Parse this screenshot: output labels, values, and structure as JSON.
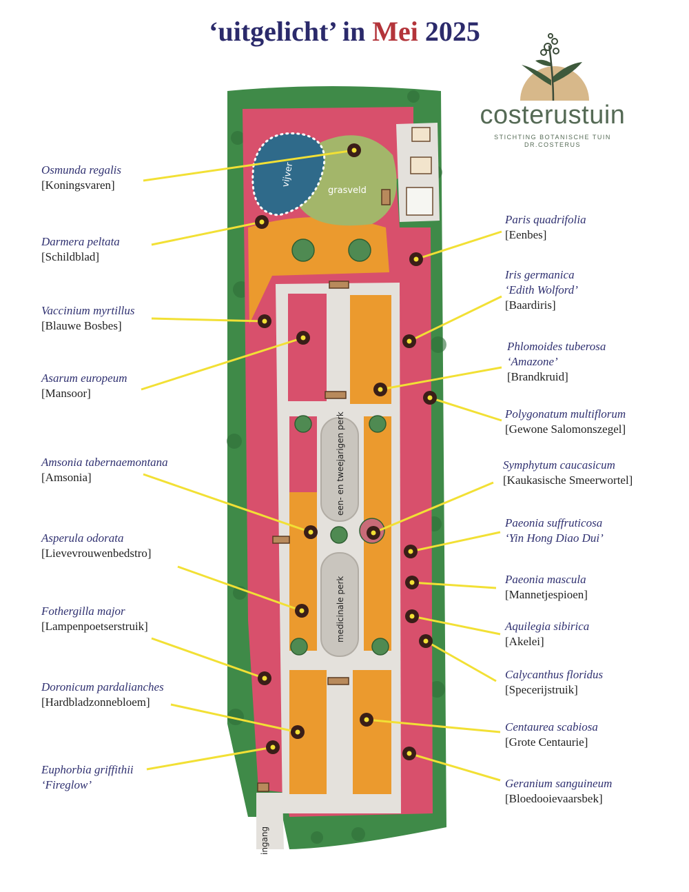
{
  "title": {
    "prefix": "‘uitgelicht’ in ",
    "month": "Mei",
    "year": " 2025",
    "accent_color": "#b3343a",
    "text_color": "#2b2a6b"
  },
  "logo": {
    "name": "costerustuin",
    "subtitle_line1": "STICHTING BOTANISCHE TUIN",
    "subtitle_line2": "DR.COSTERUS",
    "color": "#556a55"
  },
  "map_labels": {
    "pond": "vijver",
    "lawn": "grasveld",
    "annual_bed": "een- en tweejarigen perk",
    "medicinal_bed": "medicinale perk",
    "entrance": "ingang"
  },
  "colors": {
    "hedge": "#3f8a48",
    "pink_bed": "#d8506c",
    "orange_bed": "#eb9a2e",
    "path": "#e4e1dc",
    "lawn": "#a3b66a",
    "pond": "#2f6a8a",
    "marker_line": "#f2e035",
    "marker_dot": "#3a1e18"
  },
  "plants": [
    {
      "scientific": "Osmunda regalis",
      "common": "[Koningsvaren]"
    },
    {
      "scientific": "Darmera peltata",
      "common": "[Schildblad]"
    },
    {
      "scientific": "Vaccinium myrtillus",
      "common": "[Blauwe Bosbes]"
    },
    {
      "scientific": "Asarum europeum",
      "common": "[Mansoor]"
    },
    {
      "scientific": "Amsonia tabernaemontana",
      "common": "[Amsonia]"
    },
    {
      "scientific": "Asperula odorata",
      "common": "[Lievevrouwenbedstro]"
    },
    {
      "scientific": "Fothergilla major",
      "common": "[Lampenpoetserstruik]"
    },
    {
      "scientific": "Doronicum pardalianches",
      "common": "[Hardbladzonnebloem]"
    },
    {
      "scientific": "Euphorbia griffithii",
      "common": "‘Fireglow’"
    },
    {
      "scientific": "Paris quadrifolia",
      "common": "[Eenbes]"
    },
    {
      "scientific": "Iris germanica",
      "cultivar": "‘Edith Wolford’",
      "common": "[Baardiris]"
    },
    {
      "scientific": "Phlomoides tuberosa",
      "cultivar": "‘Amazone’",
      "common": "[Brandkruid]"
    },
    {
      "scientific": "Polygonatum multiflorum",
      "common": "[Gewone Salomonszegel]"
    },
    {
      "scientific": "Symphytum caucasicum",
      "common": "[Kaukasische Smeerwortel]"
    },
    {
      "scientific": "Paeonia suffruticosa",
      "common": "‘Yin Hong Diao Dui’"
    },
    {
      "scientific": "Paeonia mascula",
      "common": "[Mannetjespioen]"
    },
    {
      "scientific": "Aquilegia sibirica",
      "common": "[Akelei]"
    },
    {
      "scientific": "Calycanthus floridus",
      "common": "[Specerijstruik]"
    },
    {
      "scientific": "Centaurea scabiosa",
      "common": "[Grote Centaurie]"
    },
    {
      "scientific": "Geranium sanguineum",
      "common": "[Bloedooievaarsbek]"
    }
  ]
}
